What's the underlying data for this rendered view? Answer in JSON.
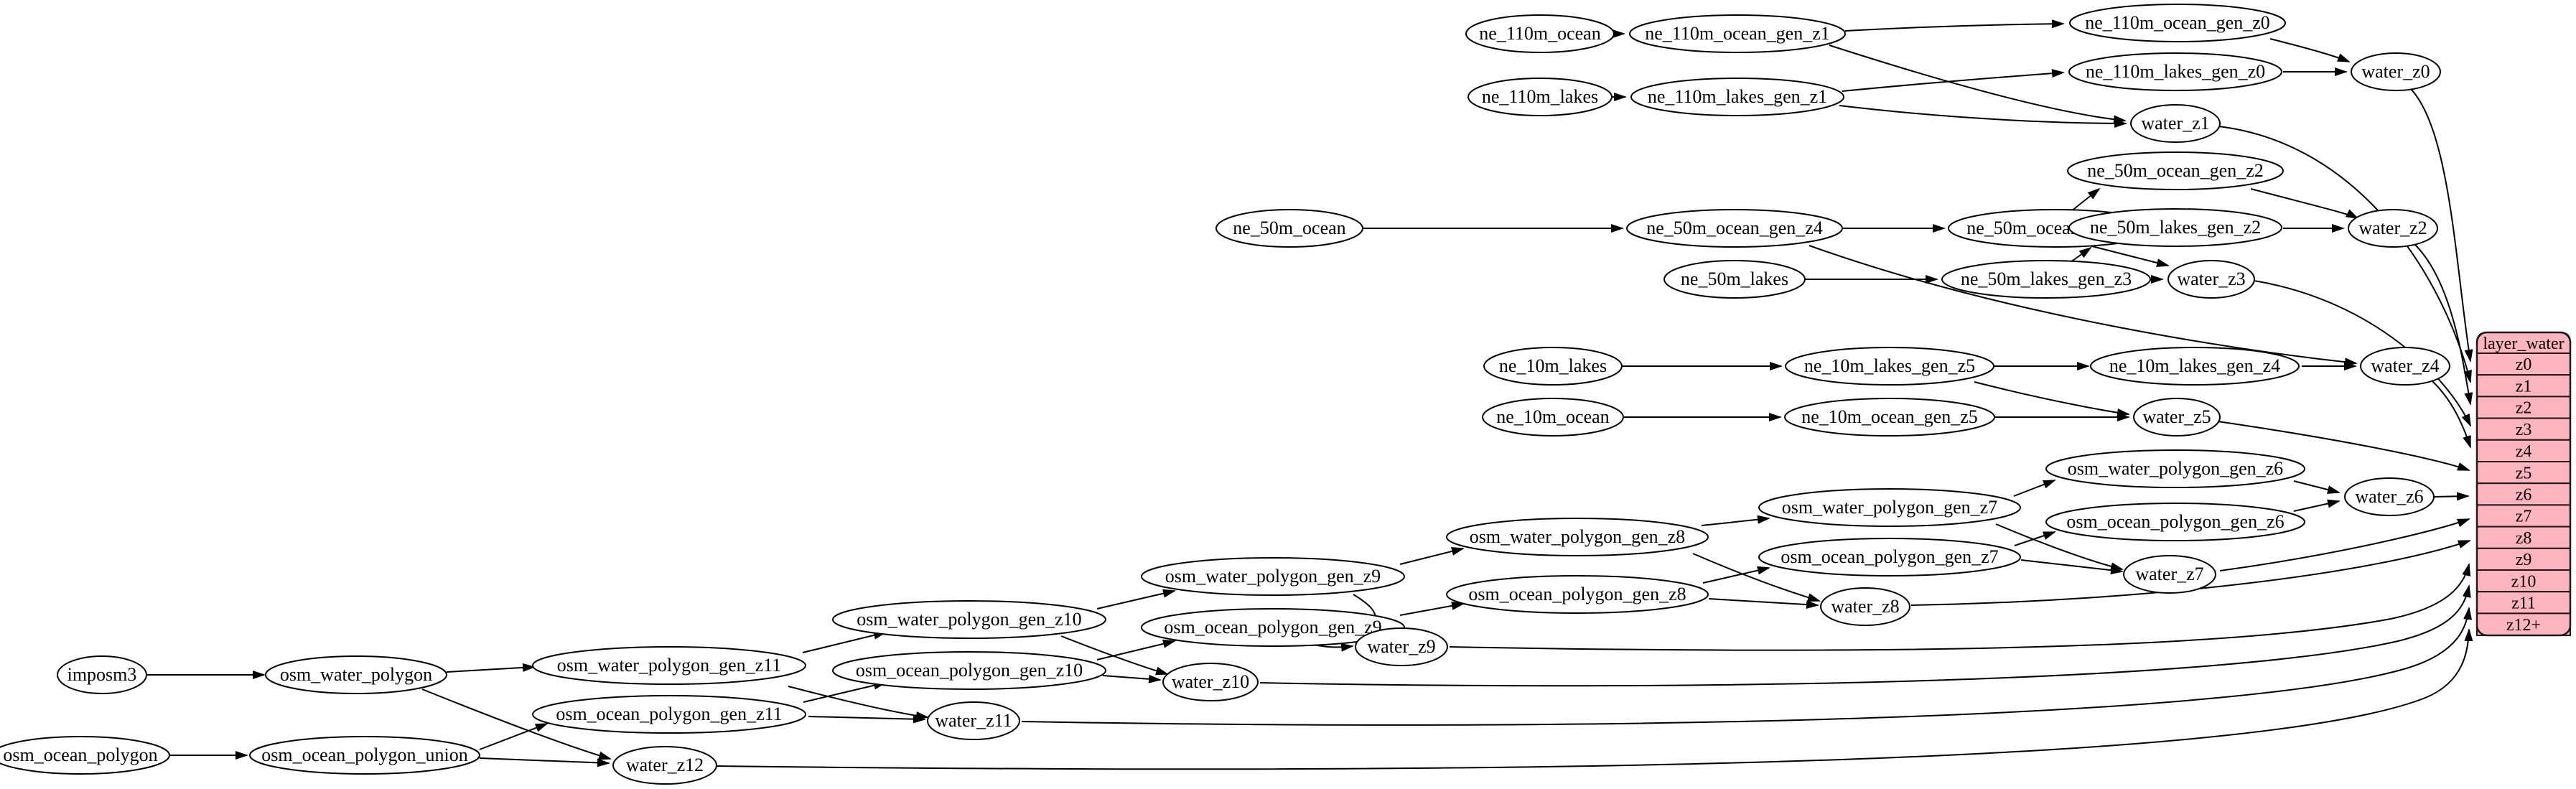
{
  "colors": {
    "table_fill": "#ffb5bd",
    "table_border": "#1a1a1a",
    "node_fill": "#ffffff",
    "node_border": "#000000",
    "edge": "#000000",
    "background": "#ffffff"
  },
  "nodes": {
    "ne_110m_ocean": {
      "label": "ne_110m_ocean"
    },
    "ne_110m_ocean_gen_z1": {
      "label": "ne_110m_ocean_gen_z1"
    },
    "ne_110m_ocean_gen_z0": {
      "label": "ne_110m_ocean_gen_z0"
    },
    "ne_110m_lakes": {
      "label": "ne_110m_lakes"
    },
    "ne_110m_lakes_gen_z1": {
      "label": "ne_110m_lakes_gen_z1"
    },
    "ne_110m_lakes_gen_z0": {
      "label": "ne_110m_lakes_gen_z0"
    },
    "water_z0": {
      "label": "water_z0"
    },
    "water_z1": {
      "label": "water_z1"
    },
    "ne_50m_ocean": {
      "label": "ne_50m_ocean"
    },
    "ne_50m_ocean_gen_z4": {
      "label": "ne_50m_ocean_gen_z4"
    },
    "ne_50m_ocean_gen_z3": {
      "label": "ne_50m_ocean_gen_z3"
    },
    "ne_50m_ocean_gen_z2": {
      "label": "ne_50m_ocean_gen_z2"
    },
    "ne_50m_lakes": {
      "label": "ne_50m_lakes"
    },
    "ne_50m_lakes_gen_z3": {
      "label": "ne_50m_lakes_gen_z3"
    },
    "ne_50m_lakes_gen_z2": {
      "label": "ne_50m_lakes_gen_z2"
    },
    "water_z2": {
      "label": "water_z2"
    },
    "water_z3": {
      "label": "water_z3"
    },
    "ne_10m_lakes": {
      "label": "ne_10m_lakes"
    },
    "ne_10m_lakes_gen_z5": {
      "label": "ne_10m_lakes_gen_z5"
    },
    "ne_10m_lakes_gen_z4": {
      "label": "ne_10m_lakes_gen_z4"
    },
    "water_z4": {
      "label": "water_z4"
    },
    "ne_10m_ocean": {
      "label": "ne_10m_ocean"
    },
    "ne_10m_ocean_gen_z5": {
      "label": "ne_10m_ocean_gen_z5"
    },
    "water_z5": {
      "label": "water_z5"
    },
    "osm_water_polygon_gen_z6": {
      "label": "osm_water_polygon_gen_z6"
    },
    "osm_ocean_polygon_gen_z6": {
      "label": "osm_ocean_polygon_gen_z6"
    },
    "water_z6": {
      "label": "water_z6"
    },
    "osm_water_polygon_gen_z7": {
      "label": "osm_water_polygon_gen_z7"
    },
    "osm_ocean_polygon_gen_z7": {
      "label": "osm_ocean_polygon_gen_z7"
    },
    "water_z7": {
      "label": "water_z7"
    },
    "osm_water_polygon_gen_z8": {
      "label": "osm_water_polygon_gen_z8"
    },
    "osm_ocean_polygon_gen_z8": {
      "label": "osm_ocean_polygon_gen_z8"
    },
    "water_z8": {
      "label": "water_z8"
    },
    "osm_water_polygon_gen_z9": {
      "label": "osm_water_polygon_gen_z9"
    },
    "osm_ocean_polygon_gen_z9": {
      "label": "osm_ocean_polygon_gen_z9"
    },
    "water_z9": {
      "label": "water_z9"
    },
    "osm_water_polygon_gen_z10": {
      "label": "osm_water_polygon_gen_z10"
    },
    "osm_ocean_polygon_gen_z10": {
      "label": "osm_ocean_polygon_gen_z10"
    },
    "water_z10": {
      "label": "water_z10"
    },
    "osm_water_polygon_gen_z11": {
      "label": "osm_water_polygon_gen_z11"
    },
    "osm_ocean_polygon_gen_z11": {
      "label": "osm_ocean_polygon_gen_z11"
    },
    "water_z11": {
      "label": "water_z11"
    },
    "imposm3": {
      "label": "imposm3"
    },
    "osm_water_polygon": {
      "label": "osm_water_polygon"
    },
    "osm_ocean_polygon": {
      "label": "osm_ocean_polygon"
    },
    "osm_ocean_polygon_union": {
      "label": "osm_ocean_polygon_union"
    },
    "water_z12": {
      "label": "water_z12"
    }
  },
  "table": {
    "header": "layer_water",
    "rows": [
      "z0",
      "z1",
      "z2",
      "z3",
      "z4",
      "z5",
      "z6",
      "z7",
      "z8",
      "z9",
      "z10",
      "z11",
      "z12+"
    ]
  },
  "edges": [
    {
      "from": "ne_110m_ocean",
      "to": "ne_110m_ocean_gen_z1"
    },
    {
      "from": "ne_110m_ocean_gen_z1",
      "to": "ne_110m_ocean_gen_z0"
    },
    {
      "from": "ne_110m_ocean_gen_z1",
      "to": "water_z1"
    },
    {
      "from": "ne_110m_ocean_gen_z0",
      "to": "water_z0"
    },
    {
      "from": "ne_110m_lakes",
      "to": "ne_110m_lakes_gen_z1"
    },
    {
      "from": "ne_110m_lakes_gen_z1",
      "to": "ne_110m_lakes_gen_z0"
    },
    {
      "from": "ne_110m_lakes_gen_z1",
      "to": "water_z1"
    },
    {
      "from": "ne_110m_lakes_gen_z0",
      "to": "water_z0"
    },
    {
      "from": "water_z0",
      "to": "layer_water:z0"
    },
    {
      "from": "water_z1",
      "to": "layer_water:z1"
    },
    {
      "from": "ne_50m_ocean",
      "to": "ne_50m_ocean_gen_z4"
    },
    {
      "from": "ne_50m_ocean_gen_z4",
      "to": "ne_50m_ocean_gen_z3"
    },
    {
      "from": "ne_50m_ocean_gen_z4",
      "to": "water_z4"
    },
    {
      "from": "ne_50m_ocean_gen_z3",
      "to": "ne_50m_ocean_gen_z2"
    },
    {
      "from": "ne_50m_ocean_gen_z3",
      "to": "water_z3"
    },
    {
      "from": "ne_50m_ocean_gen_z2",
      "to": "water_z2"
    },
    {
      "from": "ne_50m_lakes",
      "to": "ne_50m_lakes_gen_z3"
    },
    {
      "from": "ne_50m_lakes_gen_z3",
      "to": "ne_50m_lakes_gen_z2"
    },
    {
      "from": "ne_50m_lakes_gen_z3",
      "to": "water_z3"
    },
    {
      "from": "ne_50m_lakes_gen_z2",
      "to": "water_z2"
    },
    {
      "from": "water_z2",
      "to": "layer_water:z2"
    },
    {
      "from": "water_z3",
      "to": "layer_water:z3"
    },
    {
      "from": "ne_10m_lakes",
      "to": "ne_10m_lakes_gen_z5"
    },
    {
      "from": "ne_10m_lakes_gen_z5",
      "to": "ne_10m_lakes_gen_z4"
    },
    {
      "from": "ne_10m_lakes_gen_z5",
      "to": "water_z5"
    },
    {
      "from": "ne_10m_lakes_gen_z4",
      "to": "water_z4"
    },
    {
      "from": "water_z4",
      "to": "layer_water:z4"
    },
    {
      "from": "ne_10m_ocean",
      "to": "ne_10m_ocean_gen_z5"
    },
    {
      "from": "ne_10m_ocean_gen_z5",
      "to": "water_z5"
    },
    {
      "from": "water_z5",
      "to": "layer_water:z5"
    },
    {
      "from": "imposm3",
      "to": "osm_water_polygon"
    },
    {
      "from": "osm_water_polygon",
      "to": "osm_water_polygon_gen_z11"
    },
    {
      "from": "osm_water_polygon",
      "to": "water_z12"
    },
    {
      "from": "osm_ocean_polygon",
      "to": "osm_ocean_polygon_union"
    },
    {
      "from": "osm_ocean_polygon_union",
      "to": "osm_ocean_polygon_gen_z11"
    },
    {
      "from": "osm_ocean_polygon_union",
      "to": "water_z12"
    },
    {
      "from": "osm_water_polygon_gen_z11",
      "to": "osm_water_polygon_gen_z10"
    },
    {
      "from": "osm_water_polygon_gen_z11",
      "to": "water_z11"
    },
    {
      "from": "osm_ocean_polygon_gen_z11",
      "to": "osm_ocean_polygon_gen_z10"
    },
    {
      "from": "osm_ocean_polygon_gen_z11",
      "to": "water_z11"
    },
    {
      "from": "osm_water_polygon_gen_z10",
      "to": "osm_water_polygon_gen_z9"
    },
    {
      "from": "osm_water_polygon_gen_z10",
      "to": "water_z10"
    },
    {
      "from": "osm_ocean_polygon_gen_z10",
      "to": "osm_ocean_polygon_gen_z9"
    },
    {
      "from": "osm_ocean_polygon_gen_z10",
      "to": "water_z10"
    },
    {
      "from": "osm_water_polygon_gen_z9",
      "to": "osm_water_polygon_gen_z8"
    },
    {
      "from": "osm_water_polygon_gen_z9",
      "to": "water_z9"
    },
    {
      "from": "osm_ocean_polygon_gen_z9",
      "to": "osm_ocean_polygon_gen_z8"
    },
    {
      "from": "osm_ocean_polygon_gen_z9",
      "to": "water_z9"
    },
    {
      "from": "osm_water_polygon_gen_z8",
      "to": "osm_water_polygon_gen_z7"
    },
    {
      "from": "osm_water_polygon_gen_z8",
      "to": "water_z8"
    },
    {
      "from": "osm_ocean_polygon_gen_z8",
      "to": "osm_ocean_polygon_gen_z7"
    },
    {
      "from": "osm_ocean_polygon_gen_z8",
      "to": "water_z8"
    },
    {
      "from": "osm_water_polygon_gen_z7",
      "to": "osm_water_polygon_gen_z6"
    },
    {
      "from": "osm_water_polygon_gen_z7",
      "to": "water_z7"
    },
    {
      "from": "osm_ocean_polygon_gen_z7",
      "to": "osm_ocean_polygon_gen_z6"
    },
    {
      "from": "osm_ocean_polygon_gen_z7",
      "to": "water_z7"
    },
    {
      "from": "osm_water_polygon_gen_z6",
      "to": "water_z6"
    },
    {
      "from": "osm_ocean_polygon_gen_z6",
      "to": "water_z6"
    },
    {
      "from": "water_z6",
      "to": "layer_water:z6"
    },
    {
      "from": "water_z7",
      "to": "layer_water:z7"
    },
    {
      "from": "water_z8",
      "to": "layer_water:z8"
    },
    {
      "from": "water_z9",
      "to": "layer_water:z9"
    },
    {
      "from": "water_z10",
      "to": "layer_water:z10"
    },
    {
      "from": "water_z11",
      "to": "layer_water:z11"
    },
    {
      "from": "water_z12",
      "to": "layer_water:z12+"
    }
  ]
}
